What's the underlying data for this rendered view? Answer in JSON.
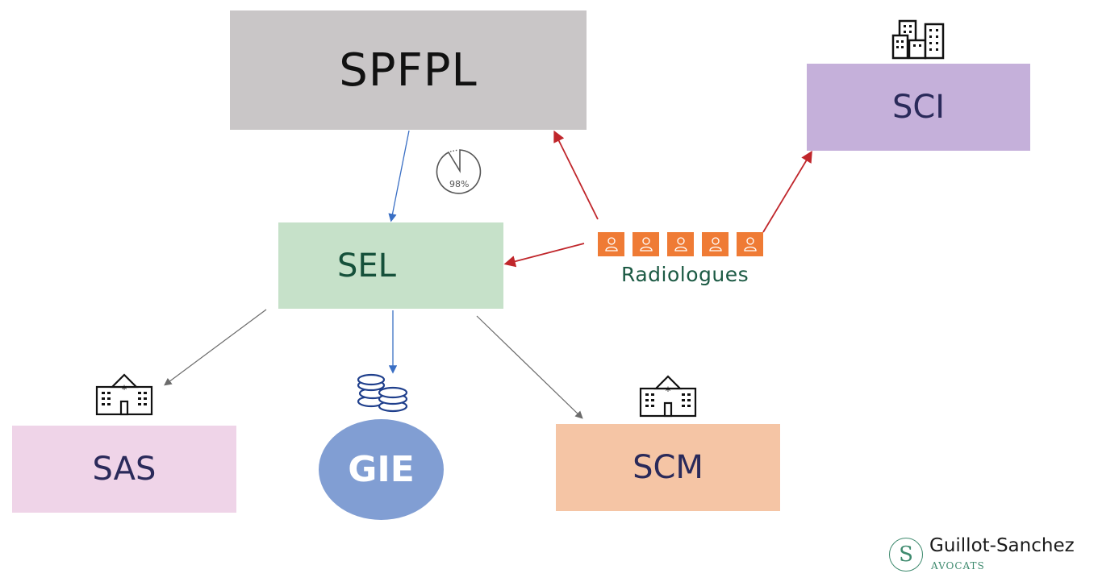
{
  "diagram": {
    "nodes": {
      "spfpl": {
        "label": "SPFPL",
        "color": "#c9c6c7"
      },
      "sci": {
        "label": "SCI",
        "color": "#c5b0da"
      },
      "sel": {
        "label": "SEL",
        "color": "#c6e1c9"
      },
      "sas": {
        "label": "SAS",
        "color": "#efd4e8"
      },
      "gie": {
        "label": "GIE",
        "color": "#819ed3"
      },
      "scm": {
        "label": "SCM",
        "color": "#f5c5a5"
      }
    },
    "radiologues": {
      "label": "Radiologues",
      "count": 5,
      "icon": "doctor-icon",
      "color": "#ef7b35"
    },
    "ownership": {
      "label": "98%",
      "value": 98
    },
    "edges": [
      {
        "from": "spfpl",
        "to": "sel",
        "color": "#3a6fc4"
      },
      {
        "from": "radiologues",
        "to": "spfpl",
        "color": "#c0262b"
      },
      {
        "from": "radiologues",
        "to": "sci",
        "color": "#c0262b"
      },
      {
        "from": "radiologues",
        "to": "sel",
        "color": "#c0262b"
      },
      {
        "from": "sel",
        "to": "sas",
        "color": "#6b6b6b"
      },
      {
        "from": "sel",
        "to": "gie",
        "color": "#3a6fc4"
      },
      {
        "from": "sel",
        "to": "scm",
        "color": "#6b6b6b"
      }
    ],
    "icons": {
      "sci": "office-buildings-icon",
      "sas": "hospital-icon",
      "scm": "hospital-icon",
      "gie": "coins-icon"
    }
  },
  "logo": {
    "name": "Guillot-Sanchez",
    "subtitle": "AVOCATS",
    "mark": "S"
  }
}
